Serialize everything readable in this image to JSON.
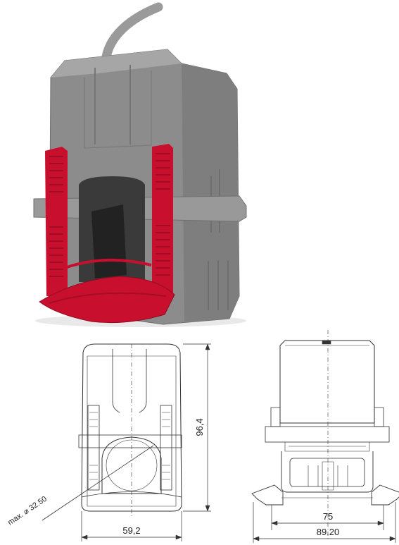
{
  "colors": {
    "housing": "#8c8c8c",
    "housing_dark": "#6f6f6f",
    "housing_light": "#a6a6a6",
    "clip_red": "#c8102e",
    "clip_red_dark": "#8f0c22",
    "cable": "#9a9a9a",
    "line": "#333333"
  },
  "icons": {
    "photo": "split-core-current-transformer-icon"
  },
  "front_view": {
    "width_label": "59,2",
    "height_label": "96,4",
    "opening_label": "max. ⌀ 32.50"
  },
  "side_view": {
    "inner_width_label": "75",
    "outer_width_label": "89.20"
  }
}
